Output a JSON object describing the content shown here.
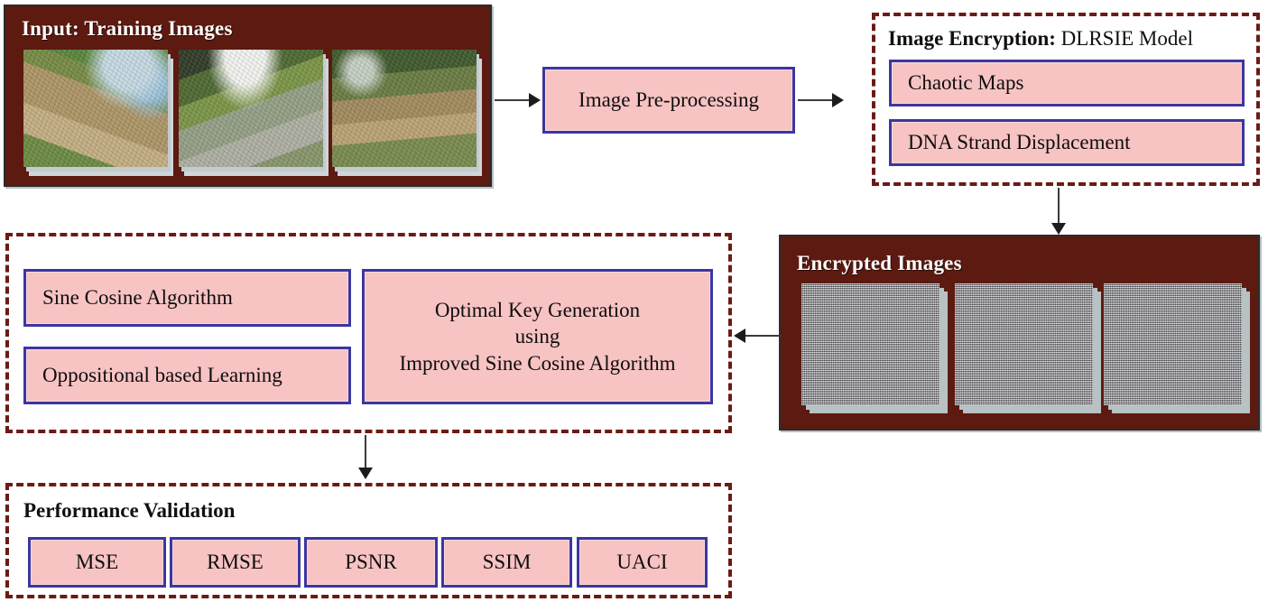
{
  "diagram": {
    "title": "DLRSIE image encryption workflow",
    "colors": {
      "panel_maroon": "#5C1A10",
      "dashed_border": "#6B1B15",
      "box_fill": "#F8C3C3",
      "box_border": "#3C36A0",
      "arrow": "#1c1c1c",
      "title_light": "#ffffff",
      "title_dark": "#101010"
    }
  },
  "input_panel": {
    "title": "Input: Training Images",
    "images": [
      {
        "alt": "landslide-photo-1"
      },
      {
        "alt": "landslide-photo-2"
      },
      {
        "alt": "landslide-photo-3"
      }
    ]
  },
  "preprocessing": {
    "label": "Image Pre-processing"
  },
  "encryption_panel": {
    "title_bold": "Image Encryption:",
    "title_regular": " DLRSIE Model",
    "steps": [
      {
        "label": "Chaotic Maps"
      },
      {
        "label": "DNA Strand Displacement"
      }
    ]
  },
  "encrypted_panel": {
    "title": "Encrypted Images",
    "images": [
      {
        "alt": "encrypted-noise-1"
      },
      {
        "alt": "encrypted-noise-2"
      },
      {
        "alt": "encrypted-noise-3"
      }
    ]
  },
  "optimization_panel": {
    "components": [
      {
        "label": "Sine Cosine Algorithm"
      },
      {
        "label": "Oppositional based Learning"
      }
    ],
    "result": {
      "label": "Optimal Key Generation\nusing\nImproved Sine Cosine Algorithm"
    }
  },
  "validation_panel": {
    "title": "Performance Validation",
    "metrics": [
      {
        "label": "MSE"
      },
      {
        "label": "RMSE"
      },
      {
        "label": "PSNR"
      },
      {
        "label": "SSIM"
      },
      {
        "label": "UACI"
      }
    ]
  },
  "arrows": [
    {
      "name": "input-to-preprocessing",
      "direction": "right"
    },
    {
      "name": "preprocessing-to-encryption",
      "direction": "right"
    },
    {
      "name": "encryption-to-encrypted-images",
      "direction": "down"
    },
    {
      "name": "encrypted-images-to-optimization",
      "direction": "left"
    },
    {
      "name": "optimization-to-validation",
      "direction": "down"
    }
  ]
}
